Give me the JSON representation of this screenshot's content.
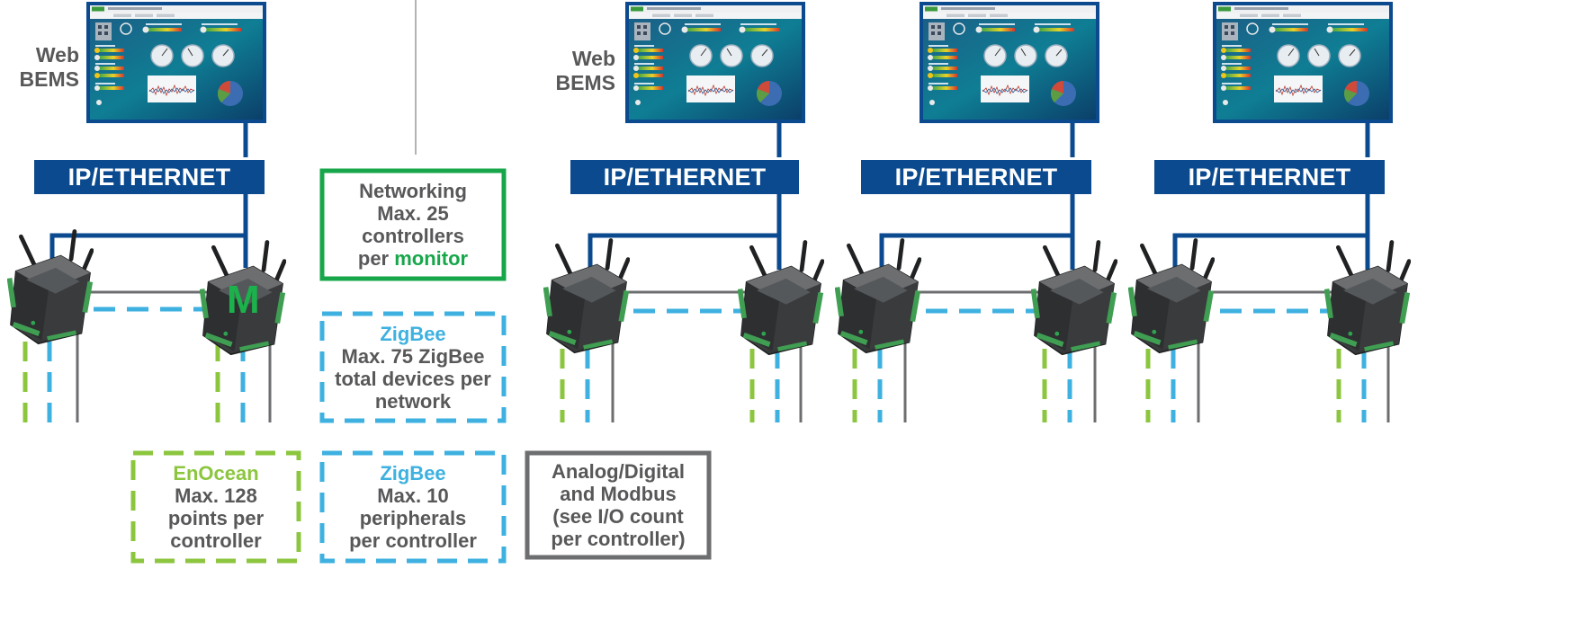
{
  "labels": {
    "web_bems_line1": "Web",
    "web_bems_line2": "BEMS",
    "bus": "IP/ETHERNET",
    "master_mark": "M"
  },
  "boxes": {
    "networking": {
      "title": "Networking",
      "line2": "Max. 25",
      "line3": "controllers",
      "line4_prefix": "per ",
      "line4_emph": "monitor"
    },
    "zigbee_network": {
      "title": "ZigBee",
      "line2": "Max. 75 ZigBee",
      "line3": "total devices per",
      "line4": "network"
    },
    "enocean": {
      "title": "EnOcean",
      "line2": "Max. 128",
      "line3": "points per",
      "line4": "controller"
    },
    "zigbee_controller": {
      "title": "ZigBee",
      "line2": "Max. 10",
      "line3": "peripherals",
      "line4": "per controller"
    },
    "analog": {
      "line1": "Analog/Digital",
      "line2": "and Modbus",
      "line3": "(see I/O count",
      "line4": "per controller)"
    }
  },
  "colors": {
    "bus_blue": "#0b4a8e",
    "networking_green": "#17a74a",
    "zigbee_blue": "#3eb1e0",
    "enocean_green": "#8cc63f",
    "wired_gray": "#6d6e70",
    "text_gray": "#58585a"
  }
}
